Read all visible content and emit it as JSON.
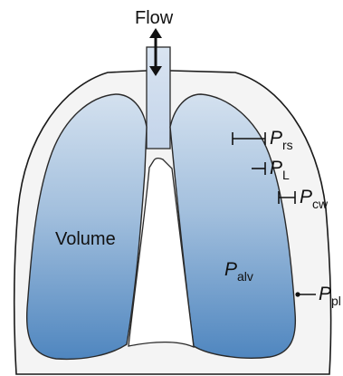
{
  "flow_label": "Flow",
  "volume_label": "Volume",
  "pressures": {
    "rs": {
      "symbol": "P",
      "subscript": "rs"
    },
    "L": {
      "symbol": "P",
      "subscript": "L"
    },
    "cw": {
      "symbol": "P",
      "subscript": "cw"
    },
    "alv": {
      "symbol": "P",
      "subscript": "alv"
    },
    "pl": {
      "symbol": "P",
      "subscript": "pl"
    }
  },
  "colors": {
    "chest_wall_fill": "#f4f4f4",
    "outline": "#1a1a1a",
    "lung_top": "#d4e1ef",
    "lung_bottom": "#4f86bf",
    "airway": "#cbd9ec"
  }
}
